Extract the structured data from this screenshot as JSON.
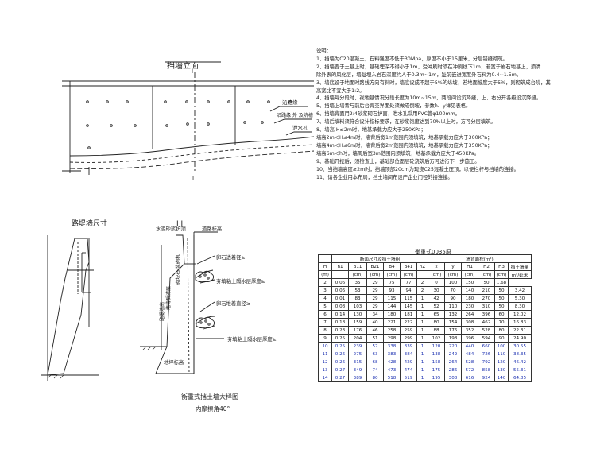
{
  "elevation": {
    "title": "挡墙立面",
    "labels": {
      "road_edge": "沿路缘",
      "mark_left": "I",
      "mark_right": "I",
      "side_note": "沿路缘 外 及坑槽",
      "drain": "泄水孔"
    }
  },
  "section": {
    "title": "路堤墙尺寸",
    "mark": "I  I",
    "labels": {
      "mortar": "水泥砂浆护顶",
      "road_level": "道路标高",
      "gravel1": "卵石透着径≥",
      "clay1": "夯填粘土隔水层厚度≥",
      "gravel2": "卵石堆着直径≥",
      "clay2": "夯填粘土隔水层厚度≥",
      "vert1": "砌块石·浆砌机",
      "vert2": "墙背反滤层",
      "vert3": "路堤墙高",
      "ground": "地坪标高"
    },
    "caption1": "衡重式挡土墙大样图",
    "caption2": "内摩擦角40°"
  },
  "notes": {
    "heading": "说明：",
    "lines": [
      "1、挡墙为C20混凝土，石料强度不低于30Mpa，厚度不小于15厘米，分层错缝砌筑。",
      "2、挡墙置于土基上时，基础埋深不得小于1m，受冲刷时须在冲刷线下1m，若置于岩石地基上，须清",
      "除外表的风化层，墙趾埋入岩石深度约人于0.3m~1m，趾前嵌进宽度外石料为0.4~1.5m。",
      "3、墙底设于地面时路线方向有斜时，墙底设成不超于5%的纵坡，若地面坡度大于5%，则砌筑成台阶，其",
      "高宽比不宜大于1:2。",
      "4、挡墙每分段时，视地基情况分段长度为10m~15m，两段间设沉降缝，上、右分开各级设沉降缝。",
      "5、挡墙上墙背与前后台背交界面处须做成倒坡，参数h、y详见表格。",
      "6、挡墙背面用2:4砂浆砌石护面，泄水孔采用PVC管φ100mm。",
      "7、墙后填料须符合设计指标要求，在砂浆饱度达到70%以上时，方可分层填筑。",
      "8、墙高 H≤2m时，地基承载力应大于250KPa；",
      "   墙高2m＜H≤4m时，墙背后宽1m范围内须填筑，地基承载力应大于300KPa；",
      "   墙高4m＜H≤6m时，墙背后宽2m范围内须填筑，地基承载力应大于350KPa；",
      "   墙高6m＜h时，墙周后宽3m范围内须填筑，地基承载力应大于450KPa。",
      "9、基础开挖后，须检查土，基础部位面层砼浇筑后方可进行下一步施工。",
      "10、当挡墙高度≥2m时，挡墙顶部20cm为现浇C25混凝土压顶，以便栏杆与挡墙的连接。",
      "11、请各企业用本布局，挡土墙间布设产企业门径的接连接。"
    ]
  },
  "table": {
    "title": "衡重式0035原",
    "header_title": "断面尺寸及挡土墙组",
    "right_title": "墙背面积(m²)",
    "headers": [
      "H",
      "n1",
      "B11",
      "B21",
      "B4",
      "B41",
      "nZ",
      "x",
      "y",
      "H1",
      "H2",
      "H3",
      "挡土墙量"
    ],
    "units": [
      "(m)",
      "",
      "(cm)",
      "(cm)",
      "(cm)",
      "(cm)",
      "",
      "(cm)",
      "(cm)",
      "(cm)",
      "(cm)",
      "(cm)",
      "m³/延米"
    ],
    "rows": [
      [
        "2",
        "0.06",
        "35",
        "29",
        "75",
        "77",
        "2",
        "0",
        "100",
        "150",
        "50",
        "1.68"
      ],
      [
        "3",
        "0.06",
        "53",
        "29",
        "93",
        "94",
        "2",
        "30",
        "70",
        "140",
        "210",
        "50",
        "3.42"
      ],
      [
        "4",
        "0.01",
        "83",
        "29",
        "115",
        "115",
        "1",
        "42",
        "90",
        "180",
        "270",
        "50",
        "5.30"
      ],
      [
        "5",
        "0.08",
        "103",
        "29",
        "144",
        "145",
        "1",
        "52",
        "110",
        "230",
        "310",
        "50",
        "8.30"
      ],
      [
        "6",
        "0.14",
        "130",
        "34",
        "180",
        "181",
        "1",
        "65",
        "132",
        "264",
        "396",
        "60",
        "12.02"
      ],
      [
        "7",
        "0.18",
        "159",
        "40",
        "221",
        "222",
        "1",
        "80",
        "154",
        "308",
        "462",
        "70",
        "16.83"
      ],
      [
        "8",
        "0.23",
        "176",
        "46",
        "258",
        "259",
        "1",
        "88",
        "176",
        "352",
        "528",
        "80",
        "22.31"
      ],
      [
        "9",
        "0.25",
        "204",
        "51",
        "298",
        "299",
        "1",
        "102",
        "198",
        "396",
        "594",
        "90",
        "24.90"
      ],
      [
        "10",
        "0.25",
        "239",
        "57",
        "338",
        "339",
        "1",
        "120",
        "220",
        "440",
        "660",
        "100",
        "30.55"
      ],
      [
        "11",
        "0.26",
        "275",
        "63",
        "383",
        "384",
        "1",
        "138",
        "242",
        "484",
        "726",
        "110",
        "38.35"
      ],
      [
        "12",
        "0.26",
        "315",
        "68",
        "428",
        "429",
        "1",
        "158",
        "264",
        "528",
        "792",
        "120",
        "46.42"
      ],
      [
        "13",
        "0.27",
        "349",
        "74",
        "473",
        "474",
        "1",
        "175",
        "286",
        "572",
        "858",
        "130",
        "55.31"
      ],
      [
        "14",
        "0.27",
        "389",
        "80",
        "518",
        "519",
        "1",
        "195",
        "308",
        "616",
        "924",
        "140",
        "64.85"
      ]
    ]
  }
}
